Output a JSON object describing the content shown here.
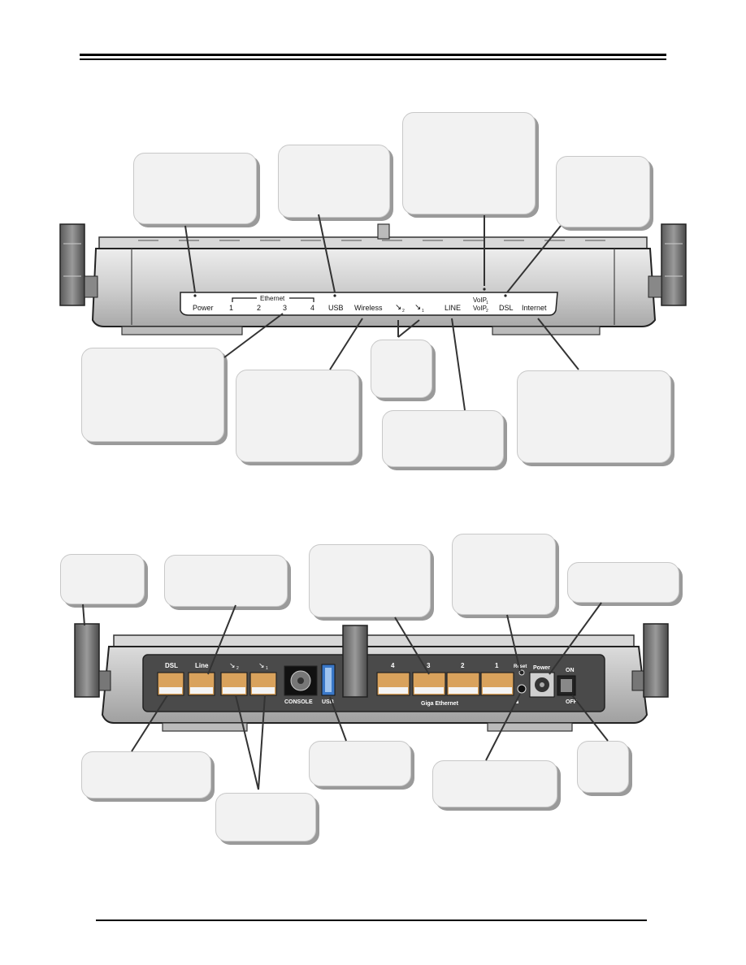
{
  "front_panel": {
    "leds": {
      "power": "Power",
      "ethernet": "Ethernet",
      "eth1": "1",
      "eth2": "2",
      "eth3": "3",
      "eth4": "4",
      "usb": "USB",
      "wireless": "Wireless",
      "phone2": "2",
      "phone1": "1",
      "line": "LINE",
      "voip_a": "VoIP",
      "voip_a_sub": "1",
      "voip_b": "VoIP",
      "voip_b_sub": "2",
      "dsl": "DSL",
      "internet": "Internet"
    }
  },
  "rear_panel": {
    "ports": {
      "dsl": "DSL",
      "line": "Line",
      "phone2": "2",
      "phone1": "1",
      "console": "CONSOLE",
      "usb": "USB",
      "lan4": "4",
      "lan3": "3",
      "lan2": "2",
      "lan1": "1",
      "giga": "Giga Ethernet",
      "reset": "Reset",
      "power": "Power",
      "on": "ON",
      "off": "OFF"
    }
  }
}
